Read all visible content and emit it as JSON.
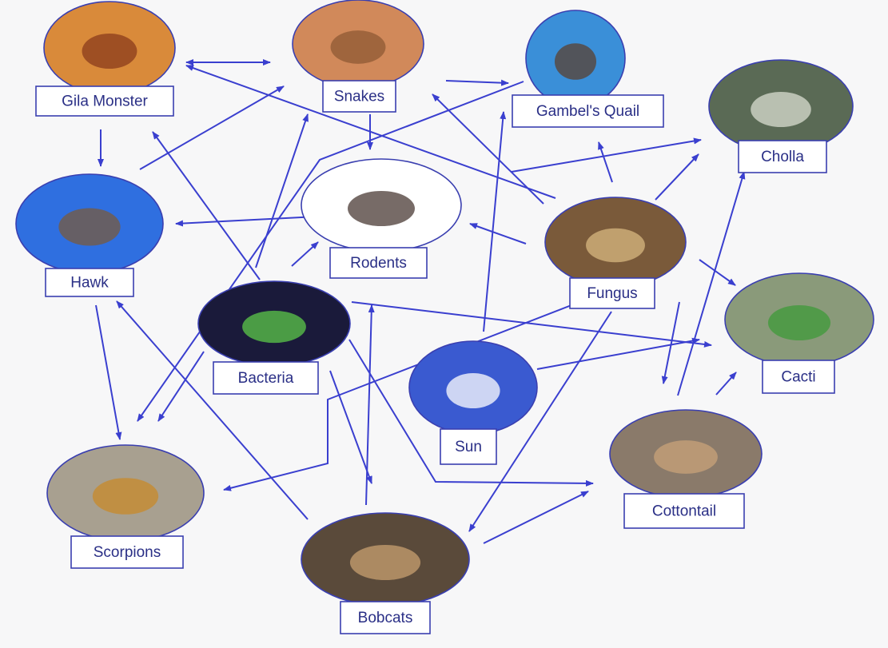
{
  "diagram": {
    "nodes": [
      {
        "id": "gila",
        "label": "Gila Monster",
        "image": "gila-monster-photo",
        "color": "#d98a3a",
        "accent": "#8a3b1c"
      },
      {
        "id": "snakes",
        "label": "Snakes",
        "image": "snake-photo",
        "color": "#d1895a",
        "accent": "#8e5a34"
      },
      {
        "id": "quail",
        "label": "Gambel's Quail",
        "image": "quail-photo",
        "color": "#3a8fd8",
        "accent": "#5b4030"
      },
      {
        "id": "cholla",
        "label": "Cholla",
        "image": "cholla-cactus-photo",
        "color": "#5a6a55",
        "accent": "#d9ddd0"
      },
      {
        "id": "hawk",
        "label": "Hawk",
        "image": "hawk-photo",
        "color": "#2f6fe0",
        "accent": "#7a5a3c"
      },
      {
        "id": "rodents",
        "label": "Rodents",
        "image": "rodents-photo",
        "color": "#ffffff",
        "accent": "#4a3a34"
      },
      {
        "id": "fungus",
        "label": "Fungus",
        "image": "fungus-photo",
        "color": "#7a5a3a",
        "accent": "#d8b880"
      },
      {
        "id": "bacteria",
        "label": "Bacteria",
        "image": "bacteria-photo",
        "color": "#1a1a3a",
        "accent": "#5cc84a"
      },
      {
        "id": "cacti",
        "label": "Cacti",
        "image": "barrel-cactus-photo",
        "color": "#8a9a7a",
        "accent": "#3e9a3a"
      },
      {
        "id": "sun",
        "label": "Sun",
        "image": "sun-photo",
        "color": "#3a5ad0",
        "accent": "#ffffff"
      },
      {
        "id": "cottontail",
        "label": "Cottontail",
        "image": "cottontail-rabbit-photo",
        "color": "#8a7a6a",
        "accent": "#c8a37a"
      },
      {
        "id": "scorpions",
        "label": "Scorpions",
        "image": "scorpion-photo",
        "color": "#a8a090",
        "accent": "#c88a2a"
      },
      {
        "id": "bobcats",
        "label": "Bobcats",
        "image": "bobcat-photo",
        "color": "#5a4a3a",
        "accent": "#c8a070"
      }
    ],
    "arrows": [
      {
        "from": "gila",
        "to": "snakes"
      },
      {
        "from": "snakes",
        "to": "gila"
      },
      {
        "from": "gila",
        "to": "hawk"
      },
      {
        "from": "hawk",
        "to": "snakes"
      },
      {
        "from": "snakes",
        "to": "quail"
      },
      {
        "from": "snakes",
        "to": "rodents"
      },
      {
        "from": "quail",
        "to": "scorpions"
      },
      {
        "from": "fungus",
        "to": "gila"
      },
      {
        "from": "fungus",
        "to": "snakes"
      },
      {
        "from": "fungus",
        "to": "quail"
      },
      {
        "from": "fungus",
        "to": "cholla"
      },
      {
        "from": "fungus",
        "to": "rodents"
      },
      {
        "from": "fungus",
        "to": "cacti"
      },
      {
        "from": "fungus",
        "to": "bobcats"
      },
      {
        "from": "fungus",
        "to": "cottontail"
      },
      {
        "from": "rodents",
        "to": "cholla"
      },
      {
        "from": "rodents",
        "to": "hawk"
      },
      {
        "from": "bacteria",
        "to": "snakes"
      },
      {
        "from": "bacteria",
        "to": "rodents"
      },
      {
        "from": "bacteria",
        "to": "gila"
      },
      {
        "from": "bacteria",
        "to": "scorpions"
      },
      {
        "from": "bacteria",
        "to": "bobcats"
      },
      {
        "from": "bacteria",
        "to": "cottontail"
      },
      {
        "from": "bacteria",
        "to": "cacti"
      },
      {
        "from": "bacteria",
        "to": "quail"
      },
      {
        "from": "hawk",
        "to": "scorpions"
      },
      {
        "from": "bobcats",
        "to": "hawk"
      },
      {
        "from": "bobcats",
        "to": "rodents"
      },
      {
        "from": "bobcats",
        "to": "cottontail"
      },
      {
        "from": "sun",
        "to": "cacti"
      },
      {
        "from": "sun",
        "to": "scorpions"
      },
      {
        "from": "cottontail",
        "to": "cholla"
      },
      {
        "from": "cottontail",
        "to": "cacti"
      }
    ]
  }
}
